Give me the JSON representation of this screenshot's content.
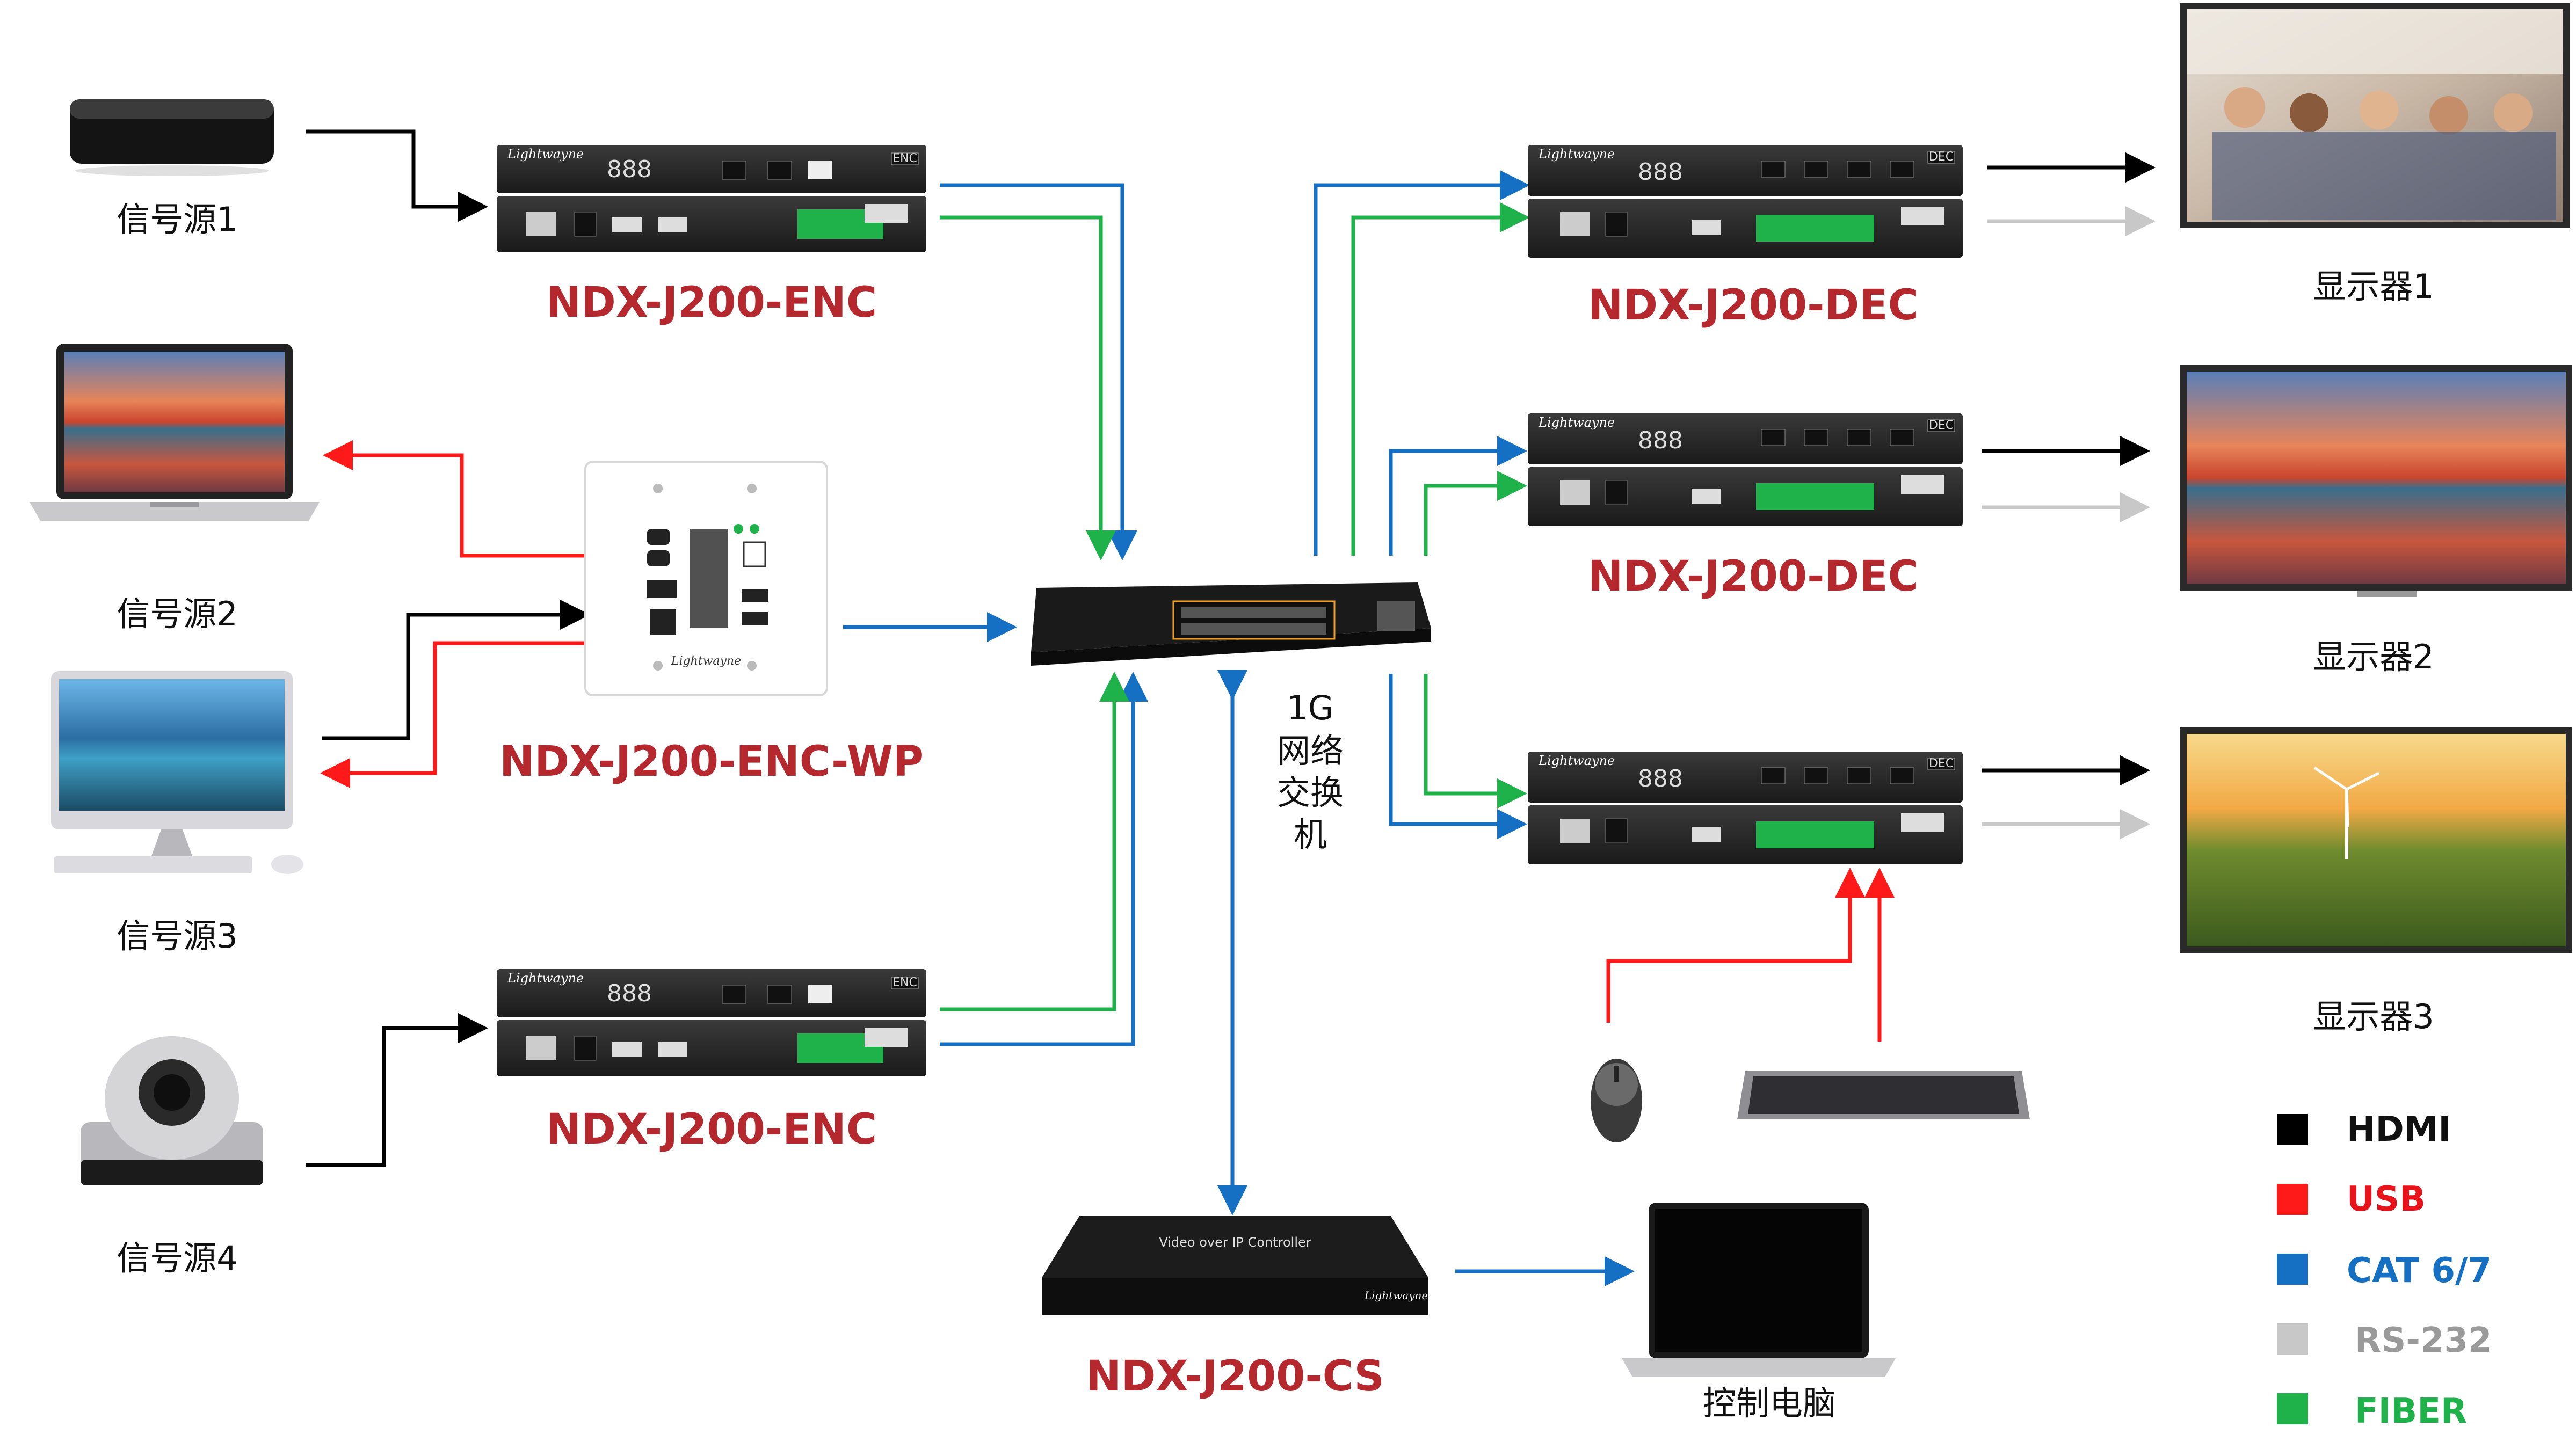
{
  "sources": [
    {
      "label": "信号源1"
    },
    {
      "label": "信号源2"
    },
    {
      "label": "信号源3"
    },
    {
      "label": "信号源4"
    }
  ],
  "displays": [
    {
      "label": "显示器1"
    },
    {
      "label": "显示器2"
    },
    {
      "label": "显示器3"
    }
  ],
  "devices": {
    "enc_top": "NDX-J200-ENC",
    "enc_wp": "NDX-J200-ENC-WP",
    "enc_bottom": "NDX-J200-ENC",
    "dec_1": "NDX-J200-DEC",
    "dec_2": "NDX-J200-DEC",
    "dec_3": "NDX-J200-DEC",
    "controller": "NDX-J200-CS",
    "control_pc": "控制电脑"
  },
  "switch": {
    "line1": "1G",
    "line2": "网络",
    "line3": "交换",
    "line4": "机"
  },
  "device_text": {
    "brand": "Lightwayne",
    "enc_tag": "ENC",
    "dec_tag": "DEC",
    "segment": "888",
    "controller_title": "Video over IP Controller"
  },
  "legend": [
    {
      "label": "HDMI",
      "color": "#000000",
      "text_color": "#111111"
    },
    {
      "label": "USB",
      "color": "#ff1a1a",
      "text_color": "#e8141c"
    },
    {
      "label": "CAT 6/7",
      "color": "#1570c4",
      "text_color": "#1570c4"
    },
    {
      "label": "RS-232",
      "color": "#c8c8c8",
      "text_color": "#9a9a9a"
    },
    {
      "label": "FIBER",
      "color": "#1fb24a",
      "text_color": "#1fb24a"
    }
  ],
  "colors": {
    "hdmi": "#000000",
    "usb": "#ff1a1a",
    "cat": "#1570c4",
    "rs232": "#c8c8c8",
    "fiber": "#1fb24a",
    "model_label": "#b5282e"
  }
}
